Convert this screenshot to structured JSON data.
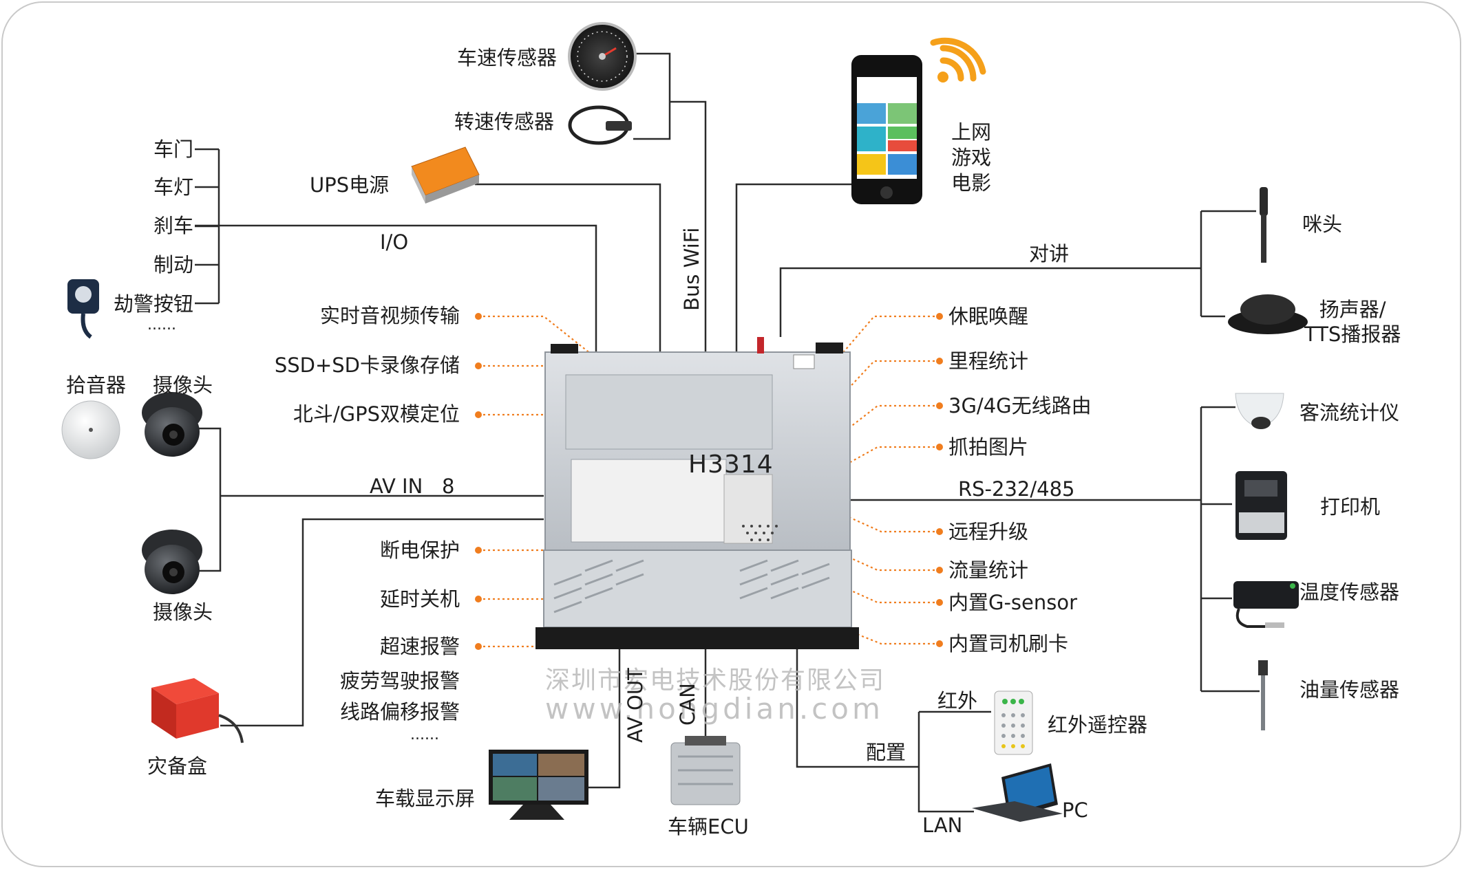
{
  "device": {
    "model": "H3314"
  },
  "watermark": {
    "line1": "深圳市宏电技术股份有限公司",
    "line2": "www.hongdian.com"
  },
  "io_inputs": {
    "items": [
      "车门",
      "车灯",
      "刹车",
      "制动",
      "劫警按钮"
    ],
    "more": "......",
    "bus_label": "I/O"
  },
  "power": {
    "label": "UPS电源"
  },
  "sensors_top": {
    "speed": "车速传感器",
    "rpm": "转速传感器",
    "bus_label": "Bus WiFi"
  },
  "phone": {
    "lines": [
      "上网",
      "游戏",
      "电影"
    ]
  },
  "intercom": {
    "bus_label": "对讲",
    "mic": "咪头",
    "speaker": "扬声器/\nTTS播报器"
  },
  "av_in": {
    "pickup": "拾音器",
    "camera_top": "摄像头",
    "camera_bottom": "摄像头",
    "bus_label": "AV IN   8"
  },
  "features_left": [
    "实时音视频传输",
    "SSD+SD卡录像存储",
    "北斗/GPS双模定位",
    "断电保护",
    "延时关机",
    "超速报警"
  ],
  "alarms_left": [
    "疲劳驾驶报警",
    "线路偏移报警"
  ],
  "alarms_more": "......",
  "features_right": [
    "休眠唤醒",
    "里程统计",
    "3G/4G无线路由",
    "抓拍图片",
    "远程升级",
    "流量统计",
    "内置G-sensor",
    "内置司机刷卡"
  ],
  "serial": {
    "bus_label": "RS-232/485",
    "devices": [
      "客流统计仪",
      "打印机",
      "温度传感器",
      "油量传感器"
    ]
  },
  "blackbox": {
    "label": "灾备盒"
  },
  "bottom": {
    "av_out": "AV OUT",
    "can": "CAN",
    "display": "车载显示屏",
    "ecu": "车辆ECU"
  },
  "config": {
    "label": "配置",
    "ir": "红外",
    "ir_remote": "红外遥控器",
    "lan": "LAN",
    "pc": "PC"
  },
  "colors": {
    "line": "#2b2b2b",
    "dot": "#f07d1e",
    "accent": "#f5a01a",
    "device": "#c9cdd2"
  }
}
